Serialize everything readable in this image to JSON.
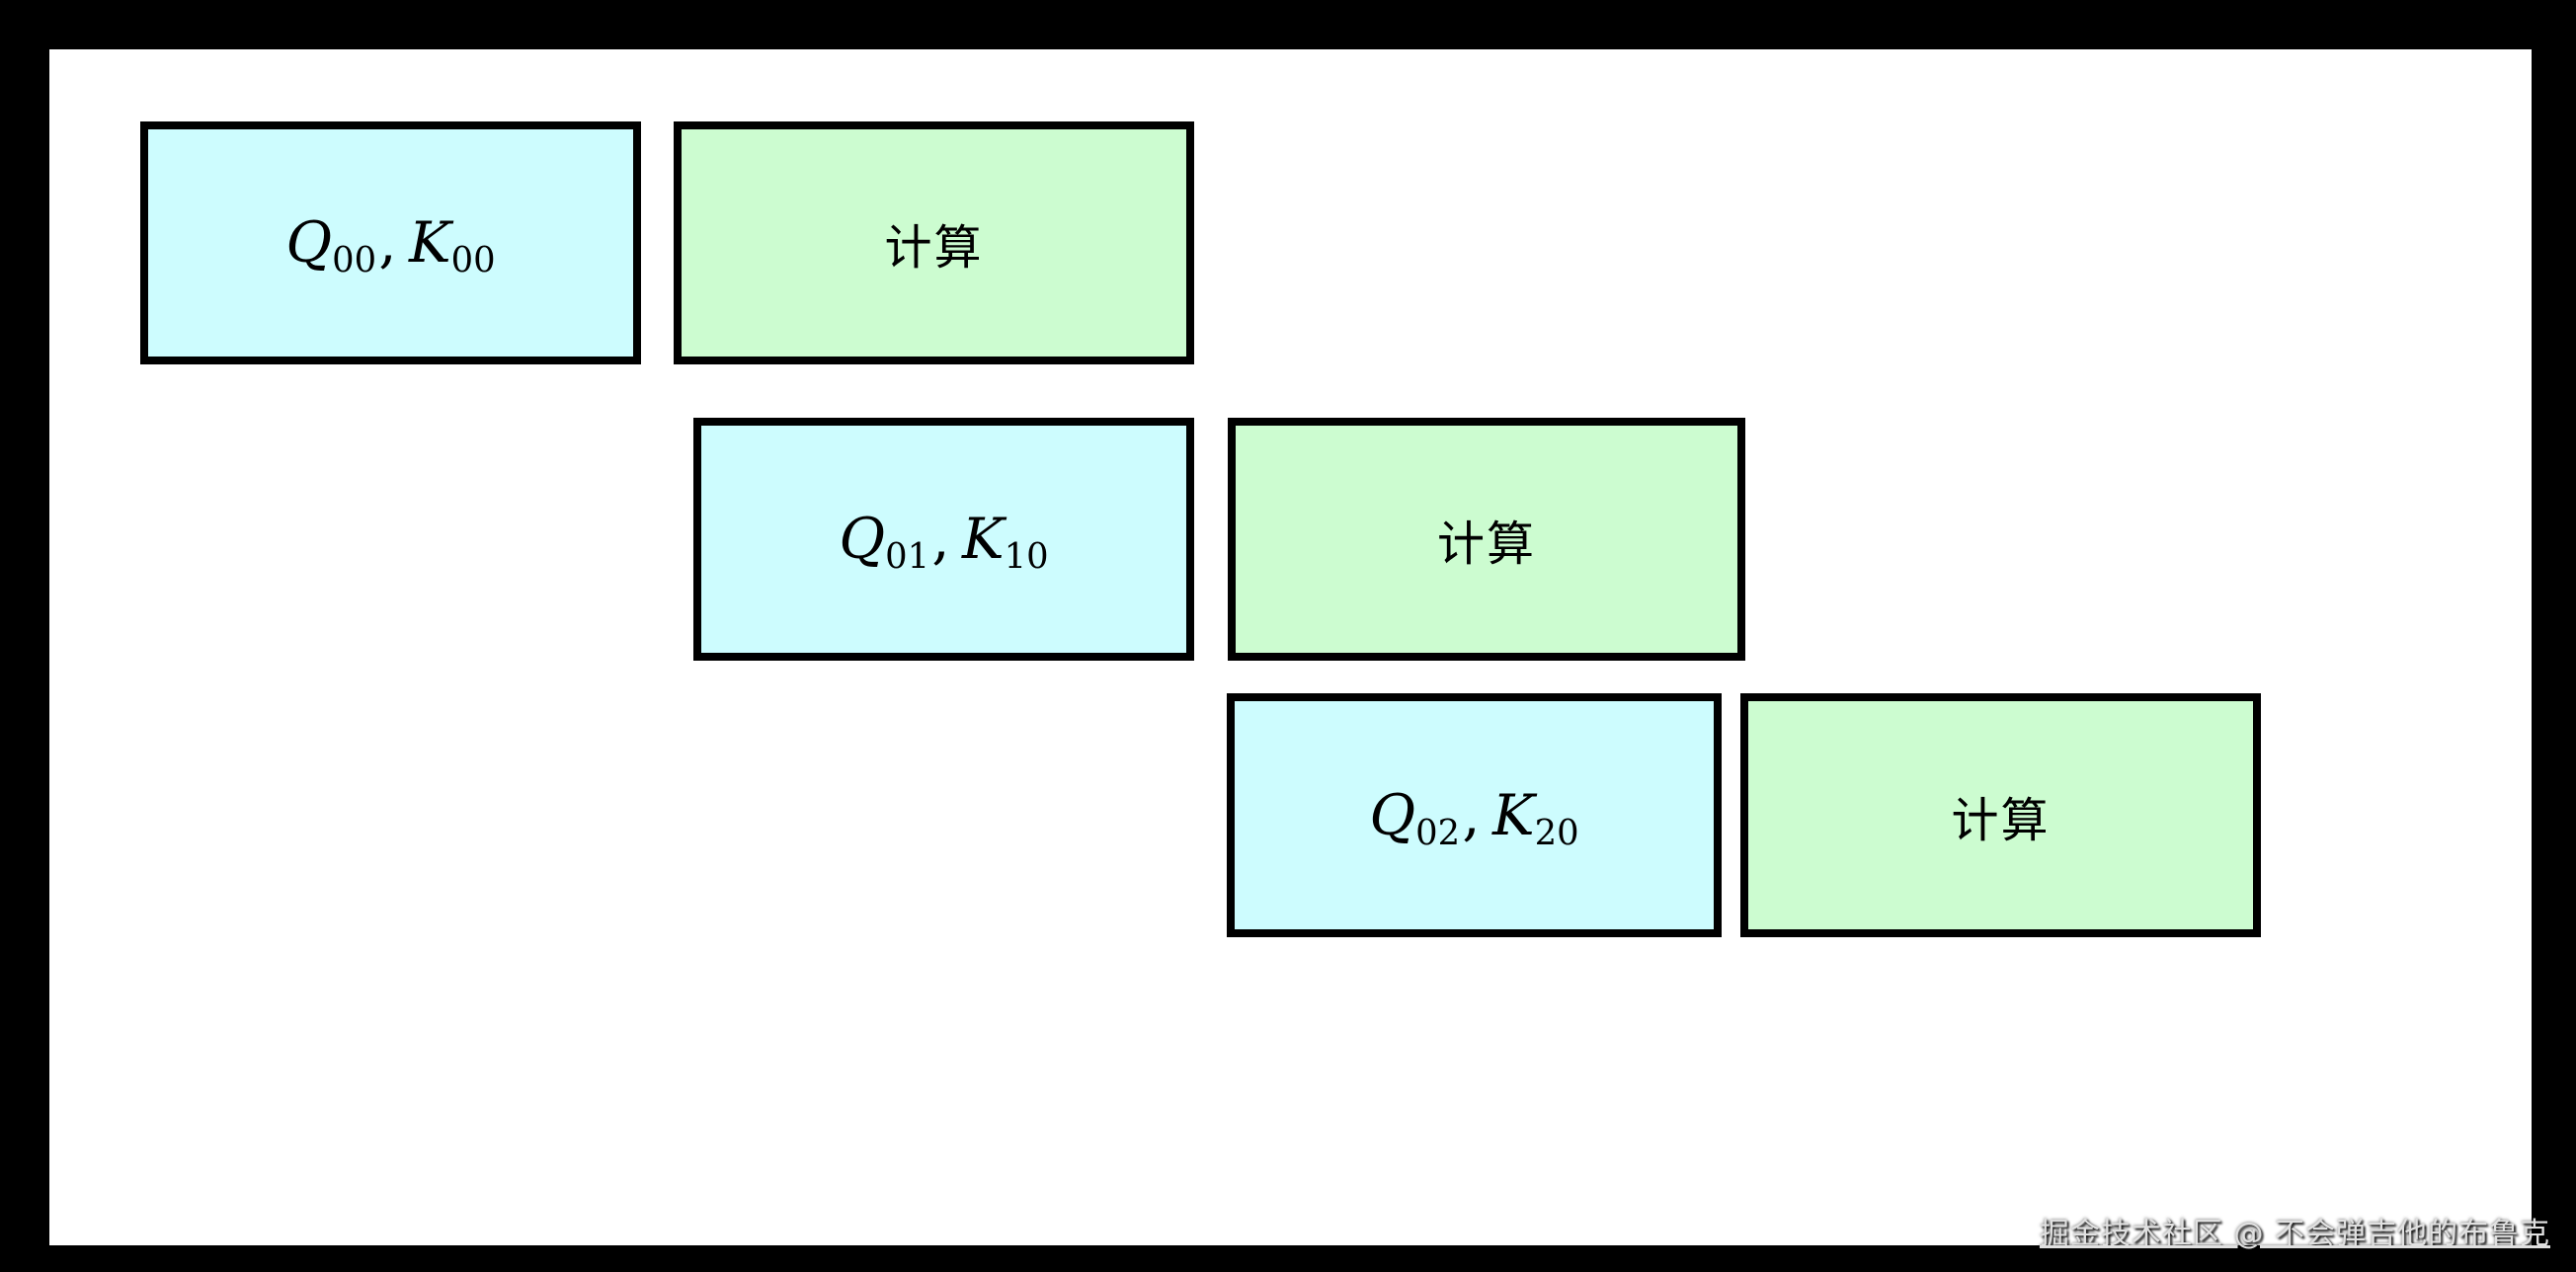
{
  "diagram": {
    "title_hint": "pipelined Q/K attention tile computation",
    "boxes": [
      {
        "q": "Q",
        "q_sub": "00",
        "comma": ",",
        "k": "K",
        "k_sub": "00",
        "compute": "计算"
      },
      {
        "q": "Q",
        "q_sub": "01",
        "comma": ",",
        "k": "K",
        "k_sub": "10",
        "compute": "计算"
      },
      {
        "q": "Q",
        "q_sub": "02",
        "comma": ",",
        "k": "K",
        "k_sub": "20",
        "compute": "计算"
      }
    ]
  },
  "watermark": {
    "text": "掘金技术社区 @ 不会弹吉他的布鲁克"
  },
  "colors": {
    "qk_fill": "#cdfcfe",
    "compute_fill": "#ccfcd0",
    "border": "#000000",
    "background": "#ffffff",
    "frame": "#000000",
    "watermark_text": "#e0e0e0"
  }
}
